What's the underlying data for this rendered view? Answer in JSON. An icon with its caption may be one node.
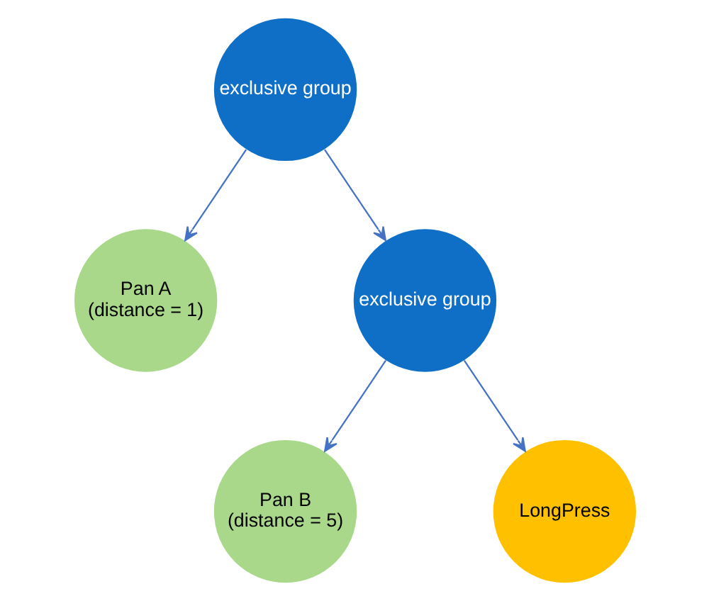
{
  "diagram": {
    "nodes": [
      {
        "text": [
          "exclusive group"
        ]
      },
      {
        "text": [
          "Pan A",
          "(distance = 1)"
        ]
      },
      {
        "text": [
          "exclusive group"
        ]
      },
      {
        "text": [
          "Pan B",
          "(distance = 5)"
        ]
      },
      {
        "text": [
          "LongPress"
        ]
      }
    ],
    "edges": [
      {
        "from": 0,
        "to": 1,
        "arrow": "to"
      },
      {
        "from": 0,
        "to": 2,
        "arrow": "to"
      },
      {
        "from": 2,
        "to": 3,
        "arrow": "to"
      },
      {
        "from": 2,
        "to": 4,
        "arrow": "to"
      }
    ]
  }
}
